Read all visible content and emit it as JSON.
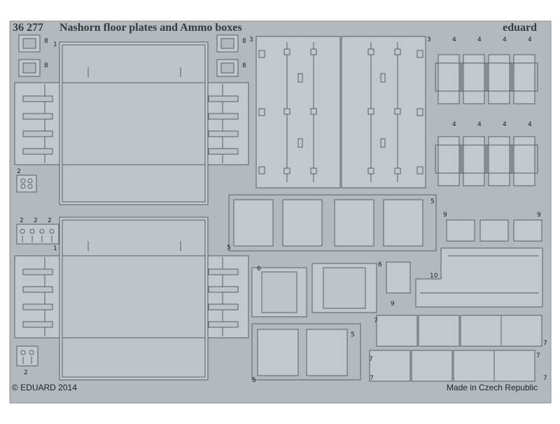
{
  "sheet": {
    "code": "36 277",
    "title": "Nashorn floor plates and Ammo boxes",
    "brand": "eduard",
    "copyright": "© EDUARD 2014",
    "origin": "Made in Czech Republic"
  },
  "part_numbers": {
    "p1": "1",
    "p2": "2",
    "p3": "3",
    "p4": "4",
    "p5": "5",
    "p6": "6",
    "p7": "7",
    "p8": "8",
    "p9": "9",
    "p10": "10"
  },
  "colors": {
    "sheet": "#b4b9bf",
    "metal": "#c3c8ce",
    "line": "#5a5f66",
    "text": "#222222"
  }
}
